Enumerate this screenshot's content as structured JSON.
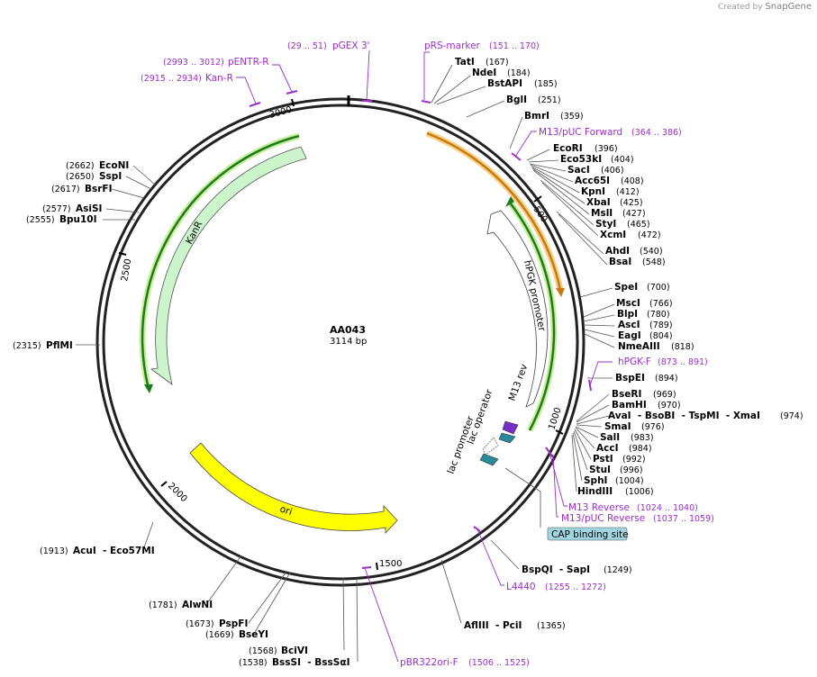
{
  "credit": {
    "prefix": "Created by",
    "brand": "SnapGene"
  },
  "plasmid": {
    "name": "AA043",
    "size_label": "3114 bp",
    "length": 3114
  },
  "ticks": [
    "500",
    "1000",
    "1500",
    "2000",
    "2500",
    "3000"
  ],
  "features": [
    {
      "name": "hPGK promoter",
      "label": "hPGK promoter"
    },
    {
      "name": "KanR",
      "label": "KanR"
    },
    {
      "name": "ori",
      "label": "ori"
    },
    {
      "name": "M13 rev",
      "label": "M13 rev"
    },
    {
      "name": "lac operator",
      "label": "lac operator"
    },
    {
      "name": "lac promoter",
      "label": "lac promoter"
    },
    {
      "name": "CAP binding site",
      "label": "CAP binding site"
    }
  ],
  "sites": [
    {
      "name": "TatI",
      "pos": "(167)"
    },
    {
      "name": "NdeI",
      "pos": "(184)"
    },
    {
      "name": "BstAPI",
      "pos": "(185)"
    },
    {
      "name": "BglI",
      "pos": "(251)"
    },
    {
      "name": "BmrI",
      "pos": "(359)"
    },
    {
      "name": "EcoRI",
      "pos": "(396)"
    },
    {
      "name": "Eco53kI",
      "pos": "(404)"
    },
    {
      "name": "SacI",
      "pos": "(406)"
    },
    {
      "name": "Acc65I",
      "pos": "(408)"
    },
    {
      "name": "KpnI",
      "pos": "(412)"
    },
    {
      "name": "XbaI",
      "pos": "(425)"
    },
    {
      "name": "MslI",
      "pos": "(427)"
    },
    {
      "name": "StyI",
      "pos": "(465)"
    },
    {
      "name": "XcmI",
      "pos": "(472)"
    },
    {
      "name": "AhdI",
      "pos": "(540)"
    },
    {
      "name": "BsaI",
      "pos": "(548)"
    },
    {
      "name": "SpeI",
      "pos": "(700)"
    },
    {
      "name": "MscI",
      "pos": "(766)"
    },
    {
      "name": "BlpI",
      "pos": "(780)"
    },
    {
      "name": "AscI",
      "pos": "(789)"
    },
    {
      "name": "EagI",
      "pos": "(804)"
    },
    {
      "name": "NmeAIII",
      "pos": "(818)"
    },
    {
      "name": "BspEI",
      "pos": "(894)"
    },
    {
      "name": "BseRI",
      "pos": "(969)"
    },
    {
      "name": "BamHI",
      "pos": "(970)"
    },
    {
      "name": "AvaI  - BsoBI  - TspMI  - XmaI",
      "pos": "(974)"
    },
    {
      "name": "SmaI",
      "pos": "(976)"
    },
    {
      "name": "SalI",
      "pos": "(983)"
    },
    {
      "name": "AccI",
      "pos": "(984)"
    },
    {
      "name": "PstI",
      "pos": "(992)"
    },
    {
      "name": "StuI",
      "pos": "(996)"
    },
    {
      "name": "SphI",
      "pos": "(1004)"
    },
    {
      "name": "HindIII",
      "pos": "(1006)"
    },
    {
      "name": "BspQI  - SapI",
      "pos": "(1249)"
    },
    {
      "name": "AflIII  - PciI",
      "pos": "(1365)"
    },
    {
      "name": "BciVI",
      "pos": "(1568)"
    },
    {
      "name": "BssSI  - BssSαI",
      "pos": "(1538)"
    },
    {
      "name": "AlwNI",
      "pos": "(1781)"
    },
    {
      "name": "PspFI",
      "pos": "(1673)"
    },
    {
      "name": "BseYI",
      "pos": "(1669)"
    },
    {
      "name": "AcuI  - Eco57MI",
      "pos": "(1913)"
    },
    {
      "name": "PflMI",
      "pos": "(2315)"
    },
    {
      "name": "EcoNI",
      "pos": "(2662)"
    },
    {
      "name": "SspI",
      "pos": "(2650)"
    },
    {
      "name": "BsrFI",
      "pos": "(2617)"
    },
    {
      "name": "AsiSI",
      "pos": "(2577)"
    },
    {
      "name": "Bpu10I",
      "pos": "(2555)"
    }
  ],
  "primers": [
    {
      "name": "pGEX 3'",
      "pos": "(29 .. 51)"
    },
    {
      "name": "pRS-marker",
      "pos": "(151 .. 170)"
    },
    {
      "name": "pENTR-R",
      "pos": "(2993 .. 3012)"
    },
    {
      "name": "Kan-R",
      "pos": "(2915 .. 2934)"
    },
    {
      "name": "M13/pUC Forward",
      "pos": "(364 .. 386)"
    },
    {
      "name": "hPGK-F",
      "pos": "(873 .. 891)"
    },
    {
      "name": "M13 Reverse",
      "pos": "(1024 .. 1040)"
    },
    {
      "name": "M13/pUC Reverse",
      "pos": "(1037 .. 1059)"
    },
    {
      "name": "L4440",
      "pos": "(1255 .. 1272)"
    },
    {
      "name": "pBR322ori-F",
      "pos": "(1506 .. 1525)"
    }
  ],
  "colors": {
    "backbone": "#222222",
    "kanr": "#ccf5cc",
    "ori": "#ffff00",
    "promoter": "#ffffff",
    "primer": "#9b2ec7",
    "m13": "#7b2ec7",
    "lac": "#2a8a9a",
    "cap_box": "#9fd6e0",
    "orange": "#e89a30",
    "green": "#1f8a1f"
  }
}
